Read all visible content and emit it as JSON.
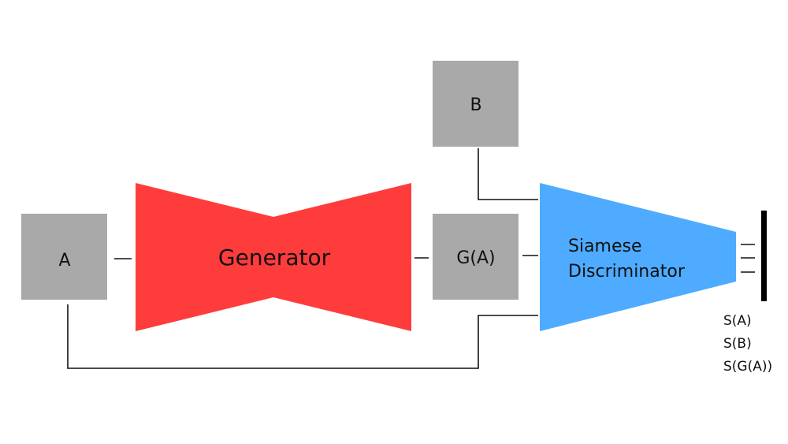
{
  "diagram": {
    "title": "Siamese GAN architecture",
    "colors": {
      "input_box": "#a9a9a9",
      "generator": "#ff3c3c",
      "discriminator": "#4eabff",
      "lines": "#111111",
      "output_bar": "#000000"
    },
    "nodes": {
      "input_a": {
        "label": "A"
      },
      "input_b": {
        "label": "B"
      },
      "generator": {
        "label": "Generator"
      },
      "generated": {
        "label": "G(A)"
      },
      "discriminator": {
        "line1": "Siamese",
        "line2": "Discriminator"
      }
    },
    "outputs": [
      "S(A)",
      "S(B)",
      "S(G(A))"
    ],
    "edges": [
      {
        "from": "A",
        "to": "Generator"
      },
      {
        "from": "Generator",
        "to": "G(A)"
      },
      {
        "from": "G(A)",
        "to": "Siamese Discriminator"
      },
      {
        "from": "B",
        "to": "Siamese Discriminator"
      },
      {
        "from": "A",
        "to": "Siamese Discriminator"
      },
      {
        "from": "Siamese Discriminator",
        "to": "outputs"
      }
    ]
  }
}
